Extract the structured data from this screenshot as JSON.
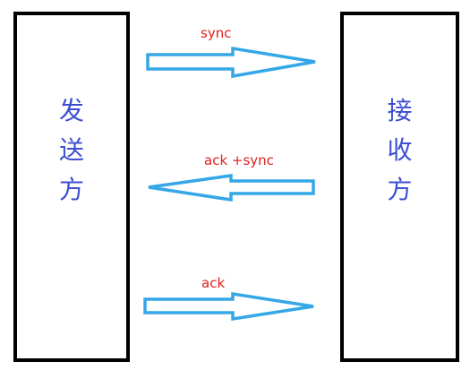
{
  "sender": {
    "chars": [
      "发",
      "送",
      "方"
    ]
  },
  "receiver": {
    "chars": [
      "接",
      "收",
      "方"
    ]
  },
  "messages": [
    {
      "label": "sync",
      "direction": "right"
    },
    {
      "label": "ack +sync",
      "direction": "left"
    },
    {
      "label": "ack",
      "direction": "right"
    }
  ],
  "colors": {
    "box_border": "#000000",
    "party_text": "#3c4fd0",
    "message_text": "#e02020",
    "arrow_stroke": "#35a7e6",
    "arrow_fill": "#ffffff"
  }
}
